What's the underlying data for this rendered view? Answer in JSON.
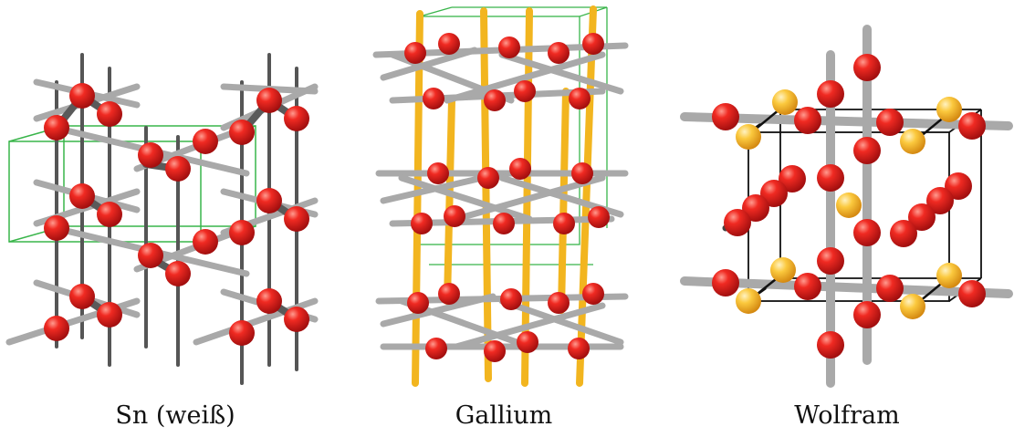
{
  "figure": {
    "colors": {
      "atom_red": "#e8161c",
      "atom_yellow": "#f7c338",
      "bond_gray": "#a9a9a9",
      "bond_dark": "#4a4a4a",
      "bond_yellow": "#f2b51f",
      "cell_green": "#39b54a",
      "cell_black": "#111111"
    },
    "panels": [
      {
        "id": "sn-white",
        "caption": "Sn (weiß)"
      },
      {
        "id": "gallium",
        "caption": "Gallium"
      },
      {
        "id": "wolfram",
        "caption": "Wolfram"
      }
    ]
  }
}
